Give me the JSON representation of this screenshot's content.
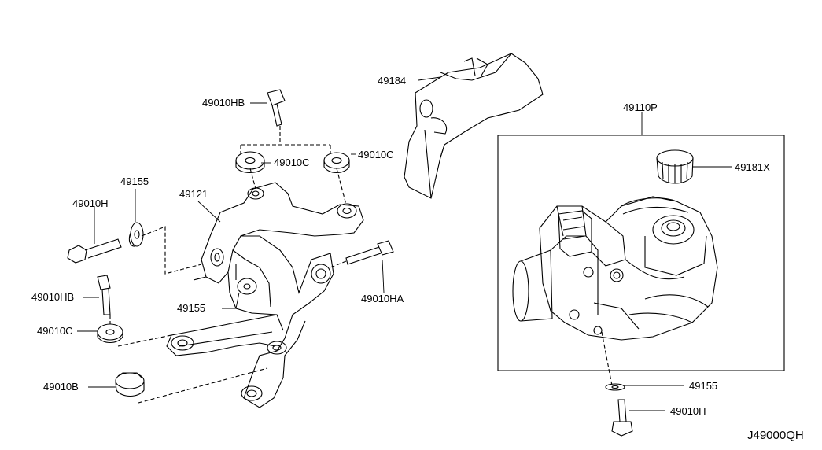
{
  "labels": {
    "p49184": "49184",
    "p49010hb_top": "49010HB",
    "p49010c_mid": "49010C",
    "p49010c_right": "49010C",
    "p49155_left": "49155",
    "p49121": "49121",
    "p49010h_left": "49010H",
    "p49155_mid": "49155",
    "p49010ha": "49010HA",
    "p49010hb_left": "49010HB",
    "p49010c_left": "49010C",
    "p49010b": "49010B",
    "p49110p": "49110P",
    "p49181x": "49181X",
    "p49155_right": "49155",
    "p49010h_right": "49010H"
  },
  "diagram_code": "J49000QH"
}
